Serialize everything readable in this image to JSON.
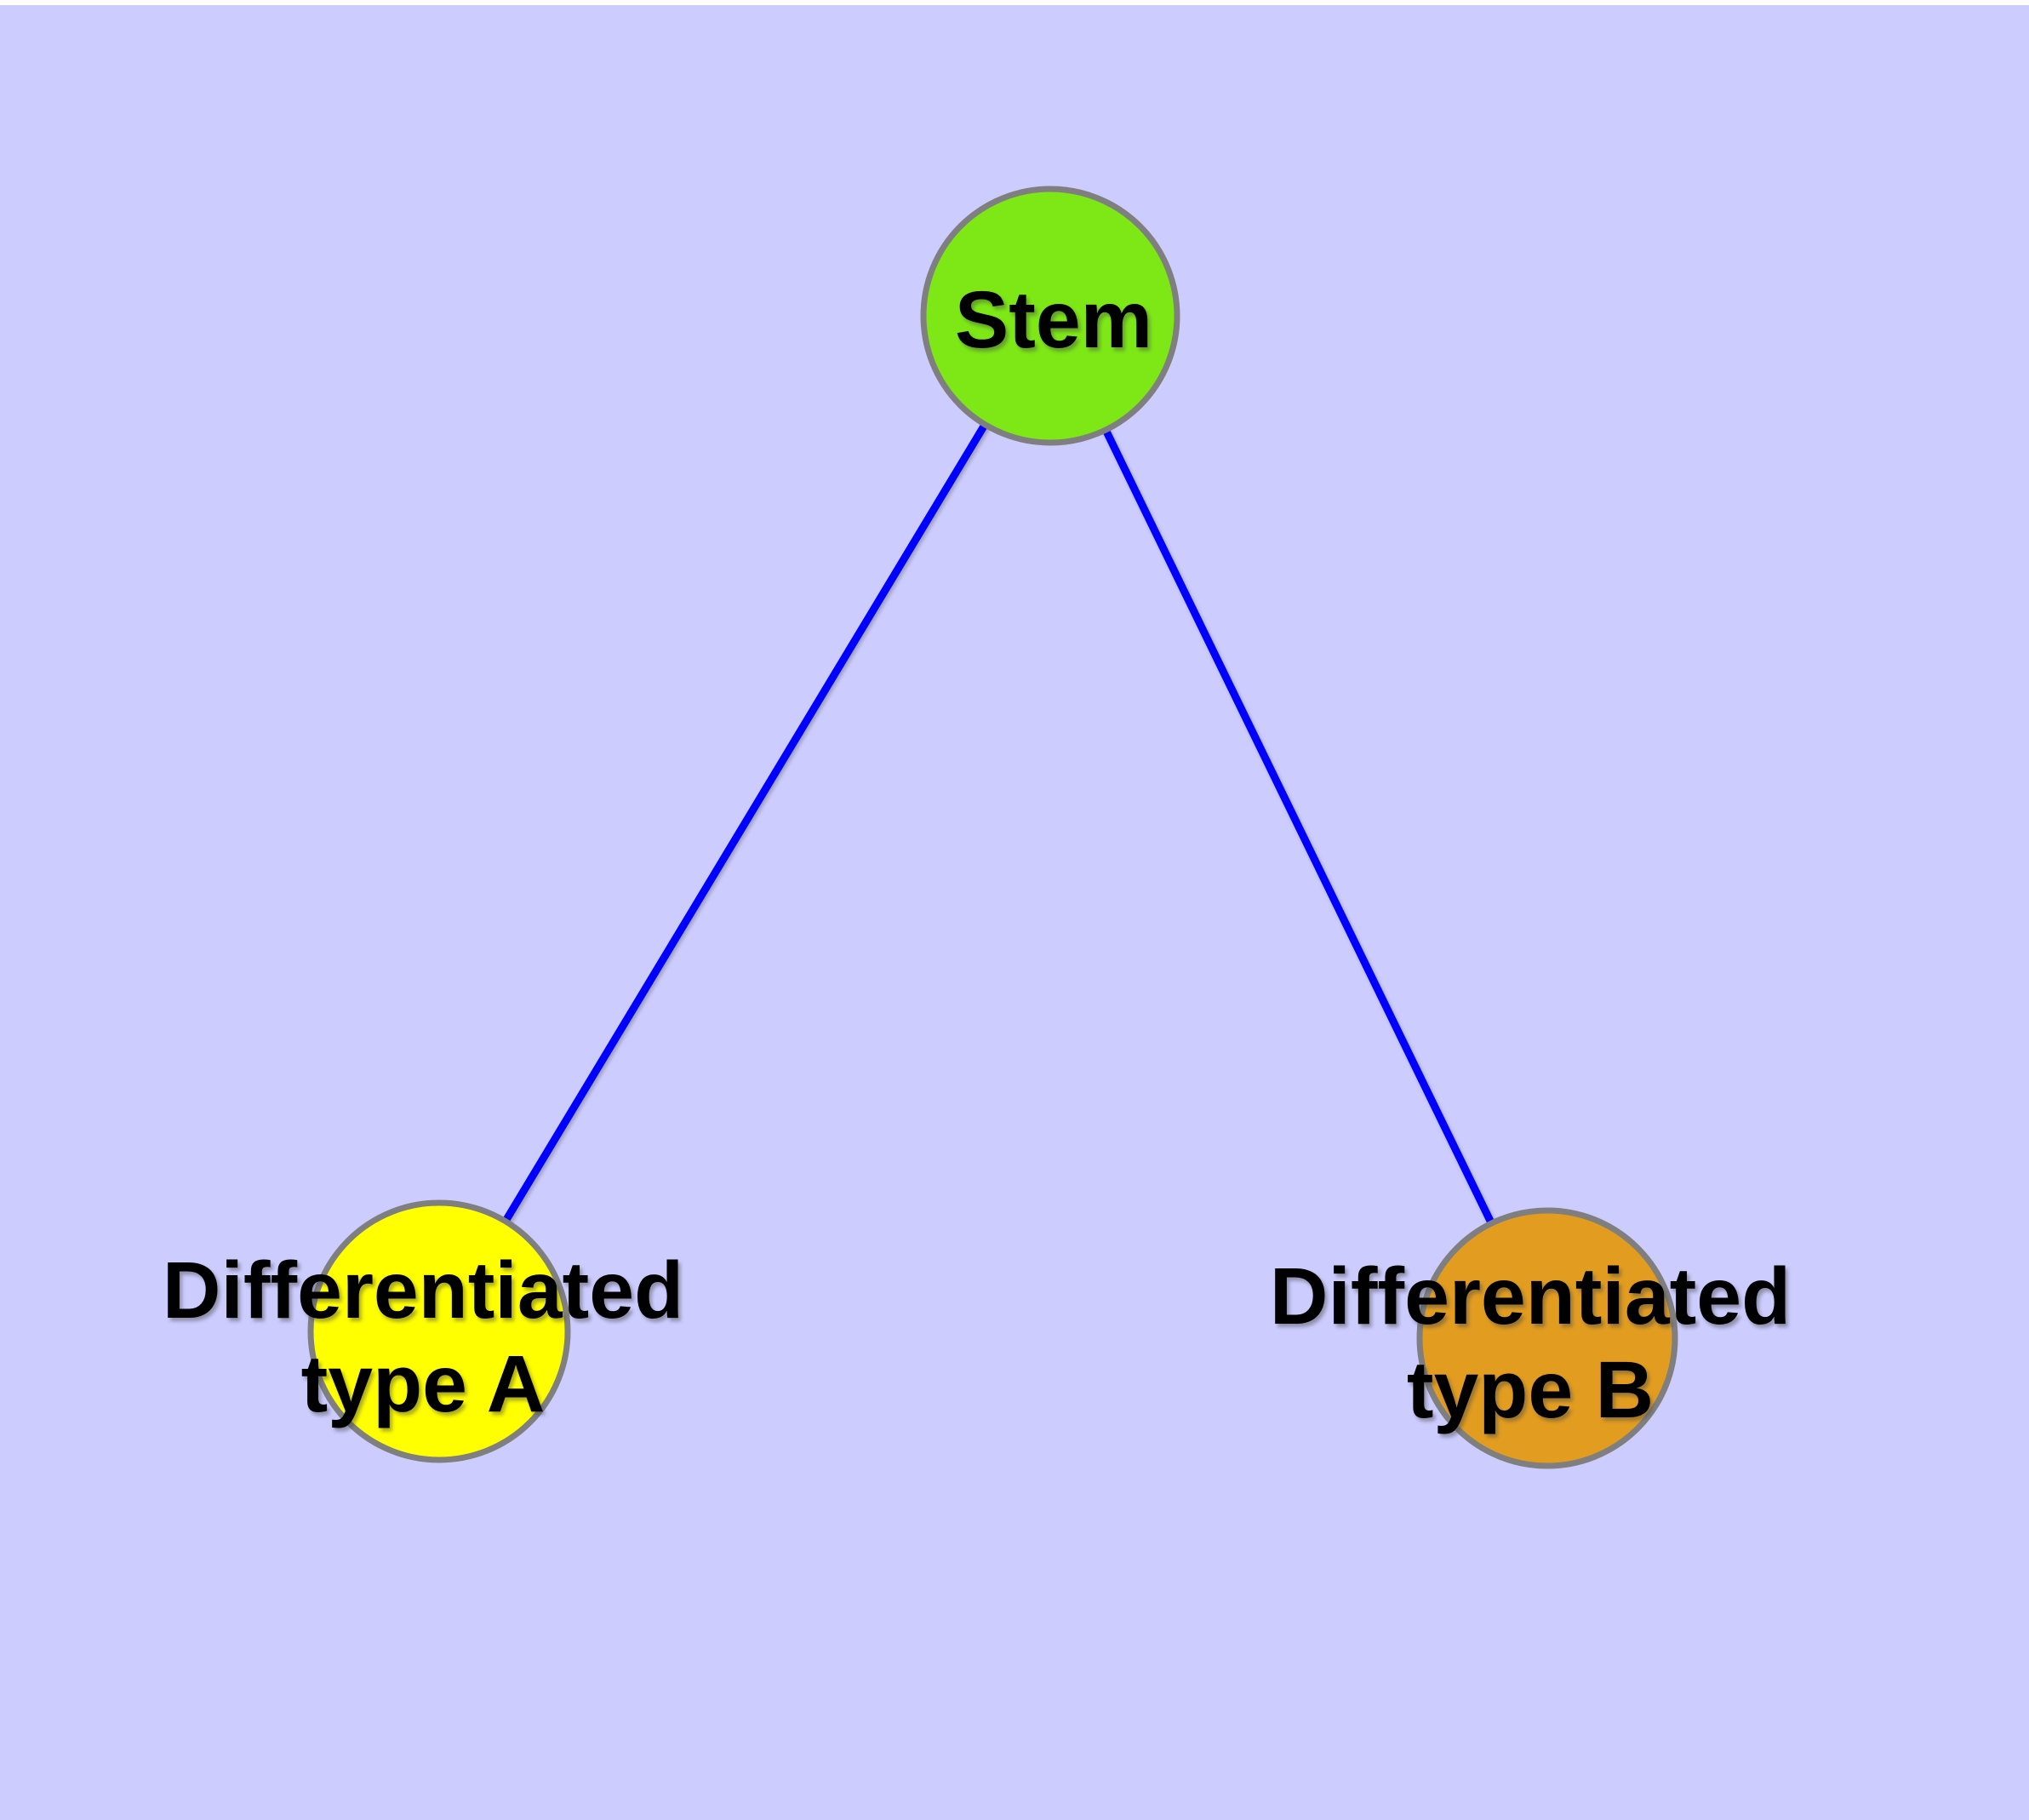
{
  "diagram": {
    "background_color": "#CCCCFF",
    "top_margin_color": "#FFFFFF",
    "edge_color": "#0000FF",
    "node_border_color": "#7F7F7F",
    "label_color": "#000000",
    "nodes": {
      "stem": {
        "label": "Stem",
        "fill": "#7DE816"
      },
      "type_a": {
        "label_line1": "Differentiated",
        "label_line2": "type A",
        "fill": "#FFFF00"
      },
      "type_b": {
        "label_line1": "Differentiated",
        "label_line2": "type B",
        "fill": "#E29D20"
      }
    },
    "edges": [
      {
        "from": "Stem",
        "to": "Differentiated type A"
      },
      {
        "from": "Stem",
        "to": "Differentiated type B"
      }
    ]
  }
}
